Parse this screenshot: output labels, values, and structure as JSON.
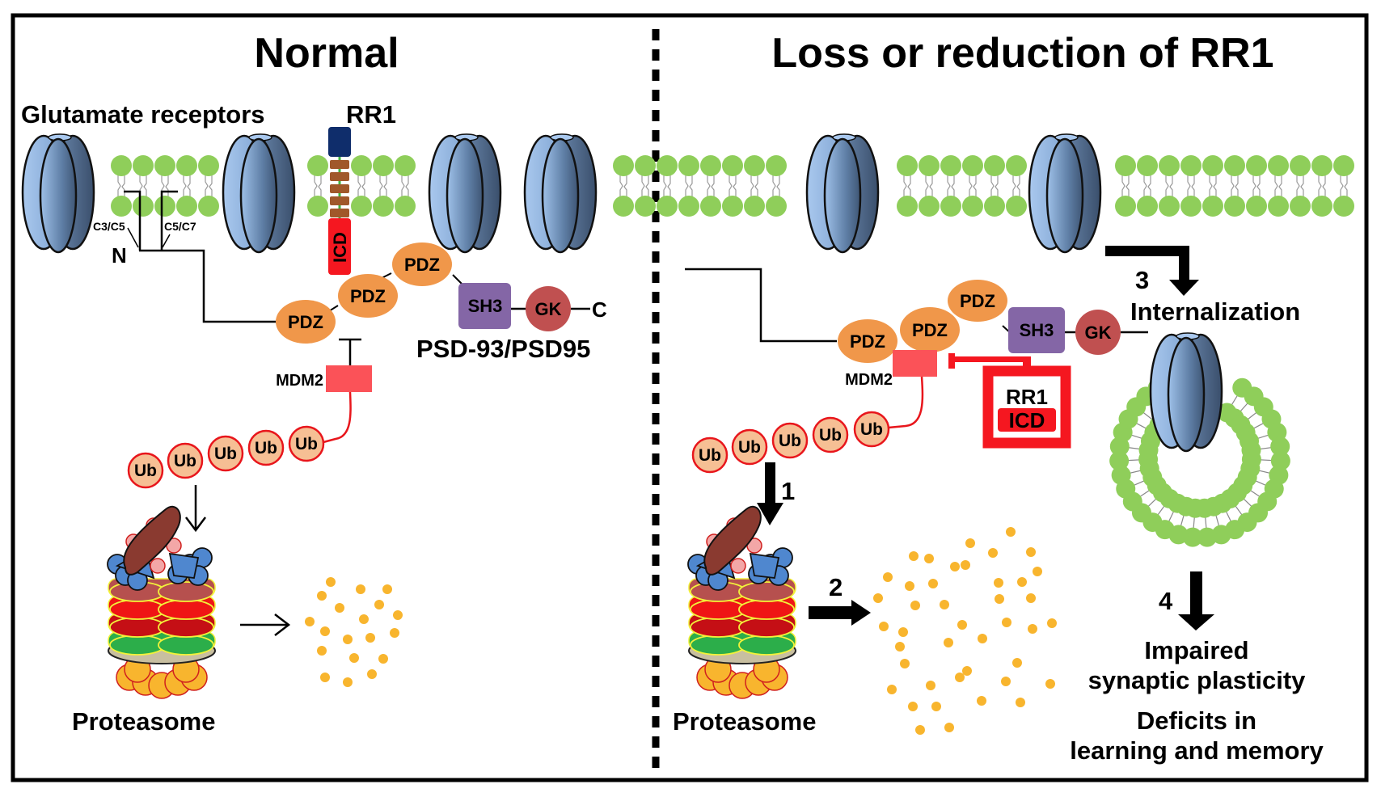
{
  "figure": {
    "panels": [
      {
        "id": "normal",
        "title": "Normal",
        "labels": {
          "receptors": "Glutamate receptors",
          "rr1": "RR1",
          "icd": "ICD",
          "c3c5": "C3/C5",
          "c5c7": "C5/C7",
          "n_terminus": "N",
          "c_terminus": "C",
          "psd": "PSD-93/PSD95",
          "mdm2": "MDM2",
          "proteasome": "Proteasome"
        },
        "domains": [
          "PDZ",
          "PDZ",
          "PDZ",
          "SH3",
          "GK"
        ],
        "ubiquitin": [
          "Ub",
          "Ub",
          "Ub",
          "Ub",
          "Ub"
        ]
      },
      {
        "id": "loss",
        "title": "Loss or reduction of RR1",
        "labels": {
          "mdm2": "MDM2",
          "rr1": "RR1",
          "icd": "ICD",
          "proteasome": "Proteasome",
          "internalization": "Internalization",
          "outcome1": [
            "Impaired",
            "synaptic plasticity"
          ],
          "outcome2": [
            "Deficits in",
            "learning and memory"
          ]
        },
        "domains": [
          "PDZ",
          "PDZ",
          "PDZ",
          "SH3",
          "GK"
        ],
        "ubiquitin": [
          "Ub",
          "Ub",
          "Ub",
          "Ub",
          "Ub"
        ],
        "steps": [
          "1",
          "2",
          "3",
          "4"
        ]
      }
    ],
    "colors": {
      "membrane_head": "#8fce5a",
      "receptor_light": "#8fb4de",
      "receptor_dark": "#4f6a8c",
      "pdz": "#f0974a",
      "sh3": "#8466a6",
      "gk": "#c05050",
      "mdm2": "#fb5258",
      "icd": "#f51720",
      "rr1_extracellular": "#0f2d6b",
      "rr1_tm": "#a0582a",
      "ub_fill": "#f6bf94",
      "ub_stroke": "#e8161c",
      "peptide": "#f8b52e"
    }
  }
}
